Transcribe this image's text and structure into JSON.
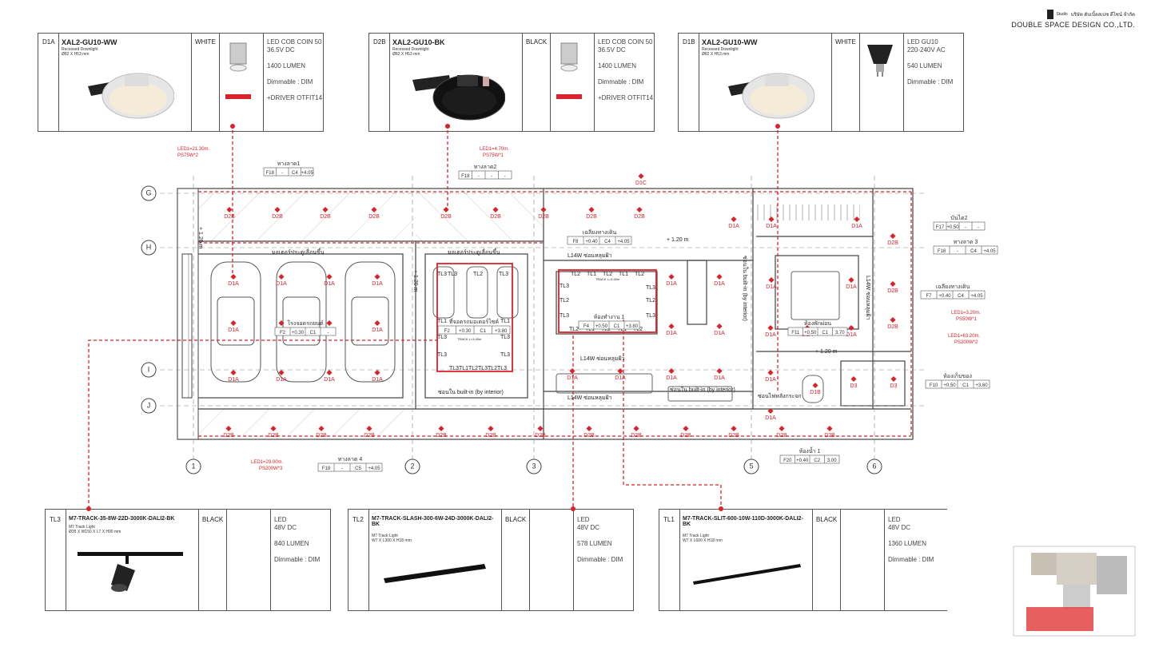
{
  "company": {
    "thai_line": "บริษัท ดับเบิ้ลสเปซ ดีไซน์ จำกัด",
    "name": "DOUBLE SPACE DESIGN CO.,LTD.",
    "brand_small": "Studio"
  },
  "specs_top": [
    {
      "id": "D1A",
      "model": "XAL2-GU10-WW",
      "desc": "Recessed Downlight",
      "size": "Ø82 X H53 mm",
      "color": "WHITE",
      "lines": [
        "LED COB COIN 50",
        "36.5V DC",
        "1400 LUMEN",
        "Dimmable : DIM",
        "+DRIVER OTFIT14"
      ]
    },
    {
      "id": "D2B",
      "model": "XAL2-GU10-BK",
      "desc": "Recessed Downlight",
      "size": "Ø82 X H53 mm",
      "color": "BLACK",
      "lines": [
        "LED COB COIN 50",
        "36.5V DC",
        "1400 LUMEN",
        "Dimmable : DIM",
        "+DRIVER OTFIT14"
      ]
    },
    {
      "id": "D1B",
      "model": "XAL2-GU10-WW",
      "desc": "Recessed Downlight",
      "size": "Ø82 X H53 mm",
      "color": "WHITE",
      "lines": [
        "LED GU10",
        "220-240V AC",
        "540 LUMEN",
        "Dimmable : DIM"
      ]
    }
  ],
  "specs_bottom": [
    {
      "id": "TL3",
      "model": "M7-TRACK-35-8W-22D-3000K-DALI2-BK",
      "desc": "M7 Track Light",
      "size": "Ø35 X W150 X L7 X H90 mm",
      "color": "BLACK",
      "lines": [
        "LED",
        "48V DC",
        "840 LUMEN",
        "Dimmable : DIM"
      ]
    },
    {
      "id": "TL2",
      "model": "M7-TRACK-SLASH-300-6W-24D-3000K-DALI2-BK",
      "desc": "M7 Track Light",
      "size": "W7 X L300 X H18 mm",
      "color": "BLACK",
      "lines": [
        "LED",
        "48V DC",
        "578 LUMEN",
        "Dimmable : DIM"
      ]
    },
    {
      "id": "TL1",
      "model": "M7-TRACK-SLIT-600-10W-110D-3000K-DALI2-BK",
      "desc": "M7 Track Light",
      "size": "W7 X L600 X H18 mm",
      "color": "BLACK",
      "lines": [
        "LED",
        "48V DC",
        "1360 LUMEN",
        "Dimmable : DIM"
      ]
    }
  ],
  "grid": {
    "rows": [
      "G",
      "H",
      "I",
      "J"
    ],
    "cols": [
      "1",
      "2",
      "3",
      "5",
      "6"
    ]
  },
  "rooms": {
    "corridor1": {
      "name": "ทางลาด1",
      "code": "F18",
      "c": "C4",
      "h": "+4.05"
    },
    "corridor2": {
      "name": "ทางลาด2",
      "code": "F18"
    },
    "corridor3": {
      "name": "ทางลาด 3",
      "code": "F18",
      "c": "C4",
      "h": "+4.05"
    },
    "corridor4": {
      "name": "ทางลาด 4",
      "code": "F18",
      "c": "C5",
      "h": "+4.05"
    },
    "stair2": {
      "name": "บันได2",
      "code": "F17",
      "lv": "+0.50"
    },
    "walkway": {
      "name": "เฉลียงทางเดิน",
      "code": "F8",
      "lv": "+0.40",
      "c": "C4",
      "h": "+4.05"
    },
    "walkway2": {
      "name": "เฉลียงทางเดิน",
      "code": "F7",
      "lv": "+0.40",
      "c": "C4",
      "h": "+4.05"
    },
    "parking": {
      "name": "โรงจอดรถยนต์",
      "code": "F2",
      "lv": "+0.30",
      "c": "C1"
    },
    "bikes": {
      "name": "ที่จอดรถมอเตอร์ไซค์",
      "code": "F2",
      "lv": "+0.30",
      "c": "C1",
      "h": "+3.80"
    },
    "work": {
      "name": "ห้องทำงาน 1",
      "code": "F4",
      "lv": "+0.50",
      "c": "C1",
      "h": "+3.80"
    },
    "bedroom": {
      "name": "ห้องพักผ่อน",
      "code": "F11",
      "lv": "+0.50",
      "c": "C1",
      "h": "3.70"
    },
    "bath": {
      "name": "ห้องน้ำ 1",
      "code": "F20",
      "lv": "+0.40",
      "c": "C2",
      "h": "3.00"
    },
    "storage": {
      "name": "ห้องเก็บของ",
      "code": "F10",
      "lv": "+0.50",
      "c": "C1",
      "h": "+3.60"
    }
  },
  "labels": {
    "motor1": "มอเตอร์ประตูเลื่อนขึ้น",
    "motor2": "มอเตอร์ประตูเลื่อนขึ้น",
    "l14w_1": "L14W ซ่อนหลุมฝ้า",
    "l14w_2": "L14W ซ่อนหลุมฝ้า",
    "l14w_3": "L14W ซ่อนหลุมฝ้า",
    "l14w_4": "L14W ซ่อนหลุมฝ้า",
    "builtin1": "ซ่อนใน built-in (by interior)",
    "builtin2": "ซ่อนใน built-in (by interior)",
    "builtin3": "ซ่อนใน built-in (by interior)",
    "mirror": "ซ่อนไฟหลังกระจก",
    "dim120": "+ 1.20 m",
    "dim120v": "+ 1.20 m",
    "led1": "LED1=21.30m.",
    "ps1": "PS75W*2",
    "led2": "LED1=4.70m.",
    "ps2": "PS75W*1",
    "led3": "LED1=29.00m.",
    "ps3": "PS200W*3",
    "led4": "LED1=3.20m.",
    "ps4": "PS50W*1",
    "led5": "LED1=63.20m.",
    "ps5": "PS200W*2",
    "track": "TRACK L=4.00m",
    "track2": "TRACK L=3.00m"
  },
  "fixture_labels": {
    "d2b": "D2B",
    "d1a": "D1A",
    "d1b": "D1B",
    "d1c": "D1C",
    "d3": "D3",
    "tl1": "TL1",
    "tl2": "TL2",
    "tl3": "TL3"
  },
  "colors": {
    "red": "#d8232a",
    "line": "#444",
    "hatch": "#999"
  }
}
